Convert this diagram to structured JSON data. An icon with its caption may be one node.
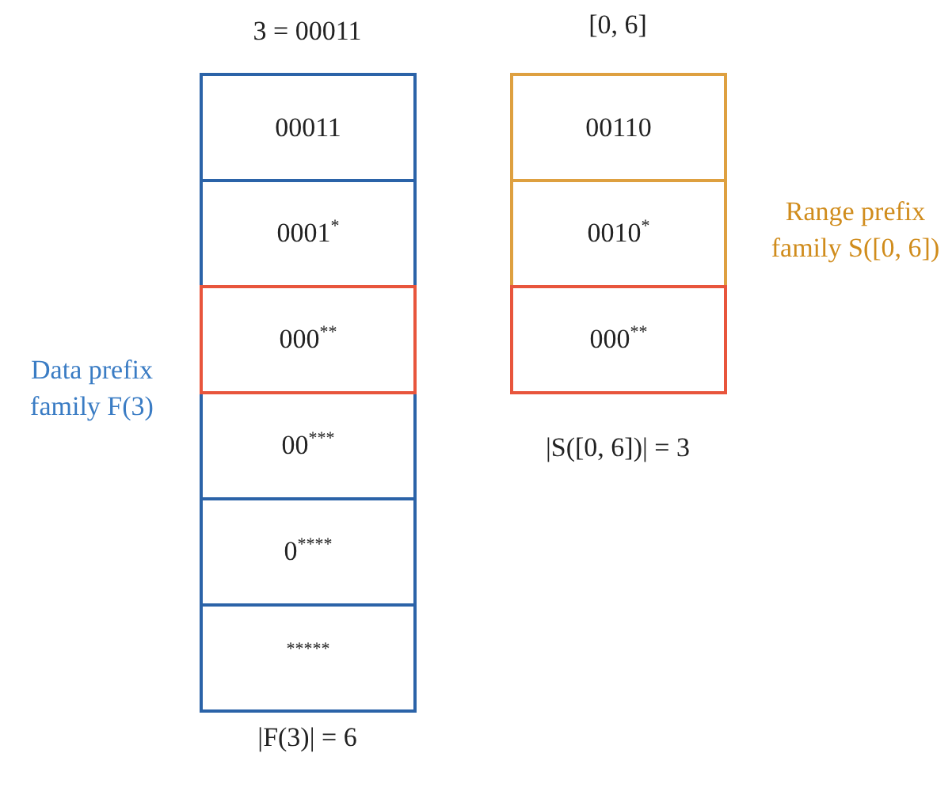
{
  "diagram": {
    "nodes": [
      {
        "text": [
          "00011"
        ]
      },
      {
        "text": [
          "0001$^{*}$"
        ]
      },
      {
        "text": [
          "000$^{**}$"
        ]
      },
      {
        "text": [
          "00$^{***}$"
        ]
      },
      {
        "text": [
          "0$^{****}$"
        ]
      },
      {
        "text": [
          "*****"
        ]
      },
      {
        "text": [
          "00110"
        ]
      },
      {
        "text": [
          "0010$^{*}$"
        ]
      },
      {
        "text": [
          "000$^{**}$"
        ]
      }
    ],
    "labels": [
      "3 = 00011",
      "[0, 6]",
      "Range prefix family S([0, 6])",
      "Data prefix family F(3)",
      "|S([0, 6])| = 3",
      "|F(3)| = 6"
    ]
  }
}
